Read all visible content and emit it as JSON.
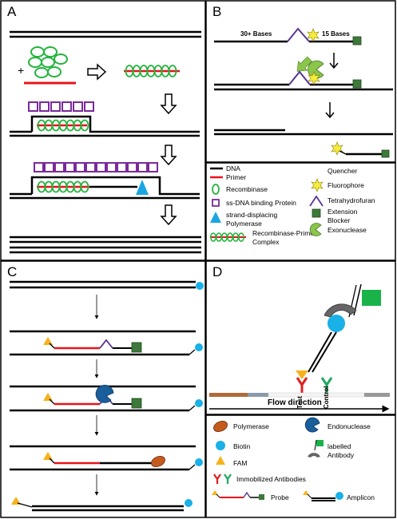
{
  "panels": {
    "a": "A",
    "b": "B",
    "c": "C",
    "d": "D"
  },
  "panel_b": {
    "bases_30": "30+ Bases",
    "bases_15": "15 Bases"
  },
  "legend_rpa": {
    "dna": "DNA",
    "primer": "Primer",
    "recombinase": "Recombinase",
    "ssb": "ss-DNA binding Protein",
    "polymerase_line1": "strand-displacing",
    "polymerase_line2": "Polymerase",
    "complex_line1": "Recombinase-Primer",
    "complex_line2": "Complex",
    "quencher": "Quencher",
    "fluorophore": "Fluorophore",
    "thf": "Tetrahydrofuran",
    "blocker_line1": "Extension",
    "blocker_line2": "Blocker",
    "exonuclease": "Exonuclease"
  },
  "panel_d": {
    "test": "Test",
    "control": "Control",
    "flow": "Flow direction"
  },
  "legend_lfd": {
    "polymerase": "Polymerase",
    "endonuclease": "Endonuclease",
    "biotin": "Biotin",
    "fam": "FAM",
    "antibody_line1": "labelled",
    "antibody_line2": "Antibody",
    "immobilized": "Immobilized Antibodies",
    "probe": "Probe",
    "amplicon": "Amplicon"
  },
  "colors": {
    "dna": "#000000",
    "primer": "#e8141c",
    "recombinase": "#20b53b",
    "ssb": "#7a2a9a",
    "polymerase_blue": "#1aa6e2",
    "quencher": "#29a8e0",
    "fluorophore": "#f7ec3b",
    "thf": "#5a3596",
    "blocker": "#3d7a3a",
    "exonuclease": "#8bc54a",
    "polymerase_brown": "#c45a1e",
    "endonuclease": "#1a5e9a",
    "biotin": "#1ab0e8",
    "fam": "#f7b21b",
    "antibody_red": "#e02020",
    "antibody_green": "#20a860",
    "flag": "#19b34a"
  }
}
